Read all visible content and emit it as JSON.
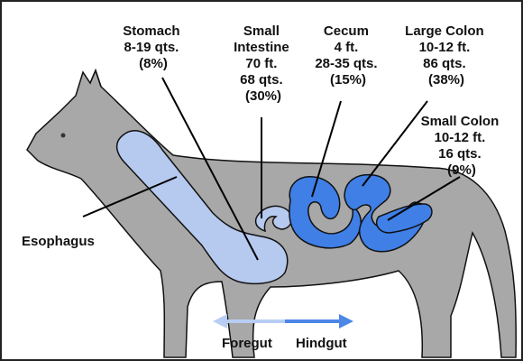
{
  "organs": {
    "stomach": {
      "name": "Stomach",
      "capacity": "8-19 qts.",
      "percent": "(8%)"
    },
    "small_intestine": {
      "name_line1": "Small",
      "name_line2": "Intestine",
      "length": "70 ft.",
      "capacity": "68 qts.",
      "percent": "(30%)"
    },
    "cecum": {
      "name": "Cecum",
      "length": "4 ft.",
      "capacity": "28-35 qts.",
      "percent": "(15%)"
    },
    "large_colon": {
      "name": "Large Colon",
      "length": "10-12 ft.",
      "capacity": "86 qts.",
      "percent": "(38%)"
    },
    "small_colon": {
      "name": "Small Colon",
      "length": "10-12 ft.",
      "capacity": "16 qts.",
      "percent": "(9%)"
    },
    "esophagus": {
      "name": "Esophagus"
    }
  },
  "sections": {
    "foregut": "Foregut",
    "hindgut": "Hindgut"
  },
  "colors": {
    "horse_body": "#a8a8a8",
    "foregut_fill": "#b6c9ef",
    "hindgut_fill": "#3f7fe6",
    "arrow_foregut": "#b8cdf3",
    "arrow_hindgut": "#4c87e8",
    "outline": "#111111"
  }
}
